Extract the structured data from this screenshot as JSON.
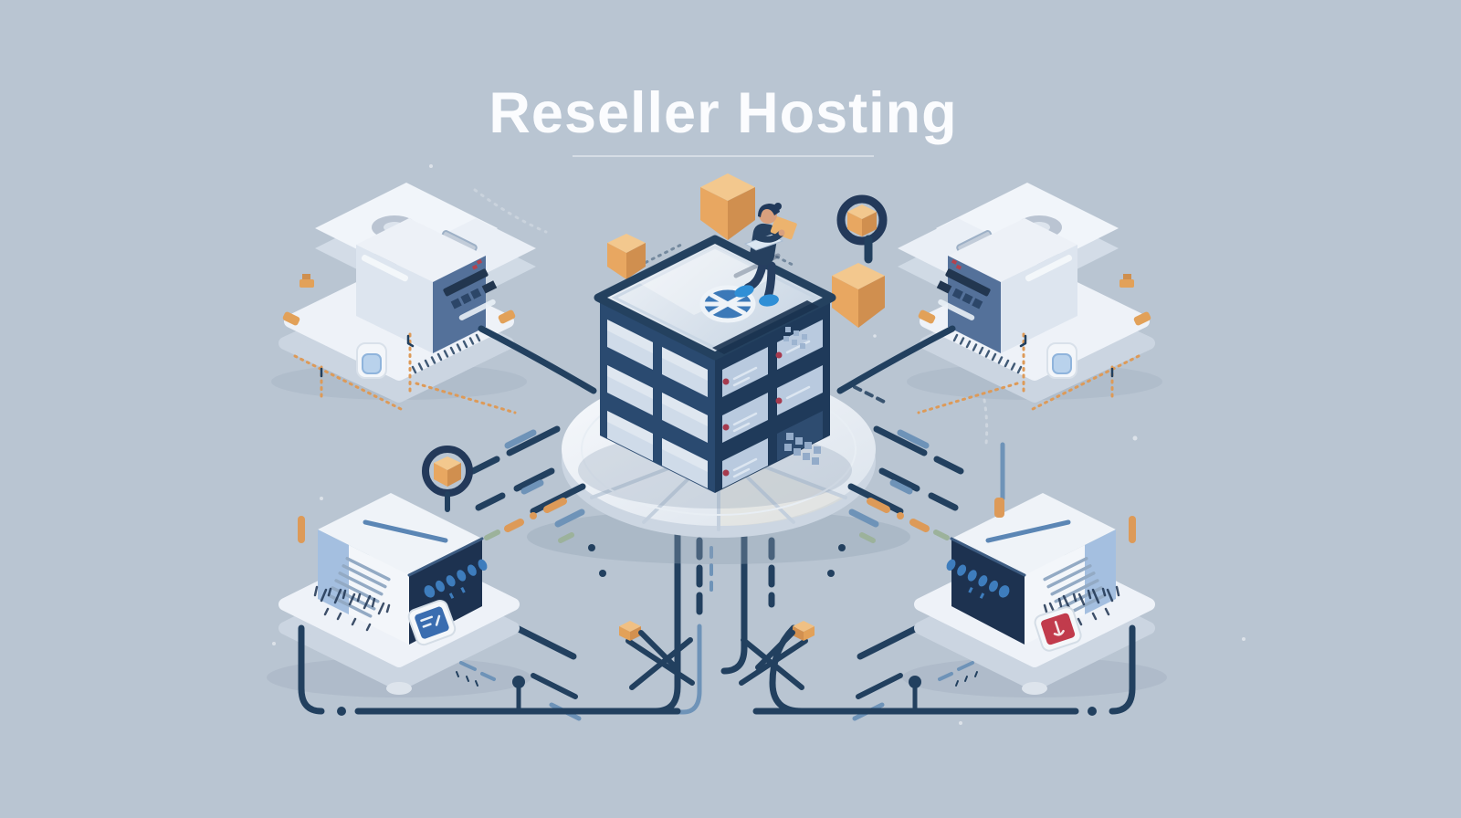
{
  "title": {
    "text": "Reseller Hosting"
  },
  "divider": {
    "style": "thin-light-underline",
    "color": "rgba(255,255,255,0.42)"
  },
  "palette": {
    "background": "#b9c5d2",
    "title_text": "#fbfcfe",
    "ink_navy": "#22405f",
    "server_face_dark": "#1f3a5a",
    "server_face_mid": "#2a4a70",
    "panel_light": "#cfdbe9",
    "panel_blue": "#b9cadf",
    "surface_white": "#f2f5f9",
    "tray_shadow": "#ccd6e2",
    "steel_blue": "#6e93b8",
    "accent_blue": "#3e7dbd",
    "accent_orange": "#dd9a58",
    "package_tan": "#e8a761",
    "led_red": "#a63a4e",
    "sage_green": "#9cb29b",
    "figure_shoes_blue": "#2f8fd6"
  },
  "icons": [
    {
      "name": "network-wheel-icon",
      "meaning": "hub platform logo on top of central server"
    },
    {
      "name": "magnifier-package-icon",
      "meaning": "search over hosting package"
    },
    {
      "name": "package-pin-icon",
      "meaning": "floating hosting package cubes"
    },
    {
      "name": "circled-package-icon",
      "meaning": "package inside circle near client server"
    },
    {
      "name": "blue-tag-badge",
      "meaning": "label tag on bottom-left client tray"
    },
    {
      "name": "red-tag-badge",
      "meaning": "label tag on bottom-right client tray"
    }
  ],
  "figure": {
    "name": "technician-with-laptop",
    "pose": "seated on central server"
  },
  "machines": {
    "central": "reseller-hub-server-rack",
    "top_left": "client-server-unit-with-user-slot",
    "top_right": "client-server-unit-with-user-slot",
    "bottom_left": "client-server-unit",
    "bottom_right": "client-server-unit"
  }
}
